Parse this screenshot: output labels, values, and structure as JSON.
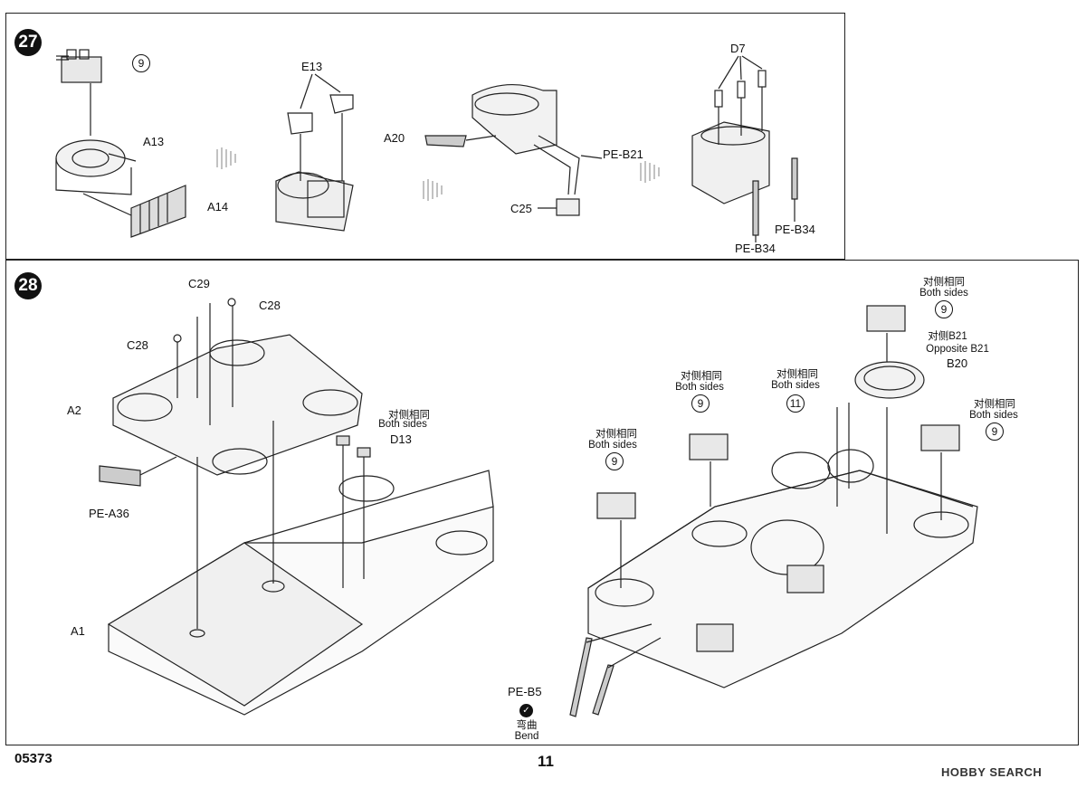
{
  "steps": {
    "s27": "27",
    "s28": "28"
  },
  "step27": {
    "labels": {
      "ref9": "9",
      "a13": "A13",
      "a14": "A14",
      "e13": "E13",
      "a20": "A20",
      "peb21": "PE-B21",
      "c25": "C25",
      "d7": "D7",
      "peb34a": "PE-B34",
      "peb34b": "PE-B34"
    }
  },
  "step28": {
    "labels": {
      "c29": "C29",
      "c28a": "C28",
      "c28b": "C28",
      "a2": "A2",
      "d13_cn": "对侧相同",
      "d13_en": "Both sides",
      "d13": "D13",
      "pea36": "PE-A36",
      "a1": "A1",
      "peb5": "PE-B5",
      "bend_cn": "弯曲",
      "bend_en": "Bend",
      "r9a_cn": "对侧相同",
      "r9a_en": "Both sides",
      "r9a": "9",
      "r9b_cn": "对侧相同",
      "r9b_en": "Both sides",
      "r9b": "9",
      "r11_cn": "对侧相同",
      "r11_en": "Both sides",
      "r11": "11",
      "r9c_cn": "对侧相同",
      "r9c_en": "Both sides",
      "r9c": "9",
      "r9d_cn": "对侧相同",
      "r9d_en": "Both sides",
      "r9d": "9",
      "b20_cn": "对侧B21",
      "b20_en": "Opposite B21",
      "b20": "B20"
    }
  },
  "footer": {
    "code": "05373",
    "page": "11",
    "brand": "HOBBY SEARCH"
  }
}
